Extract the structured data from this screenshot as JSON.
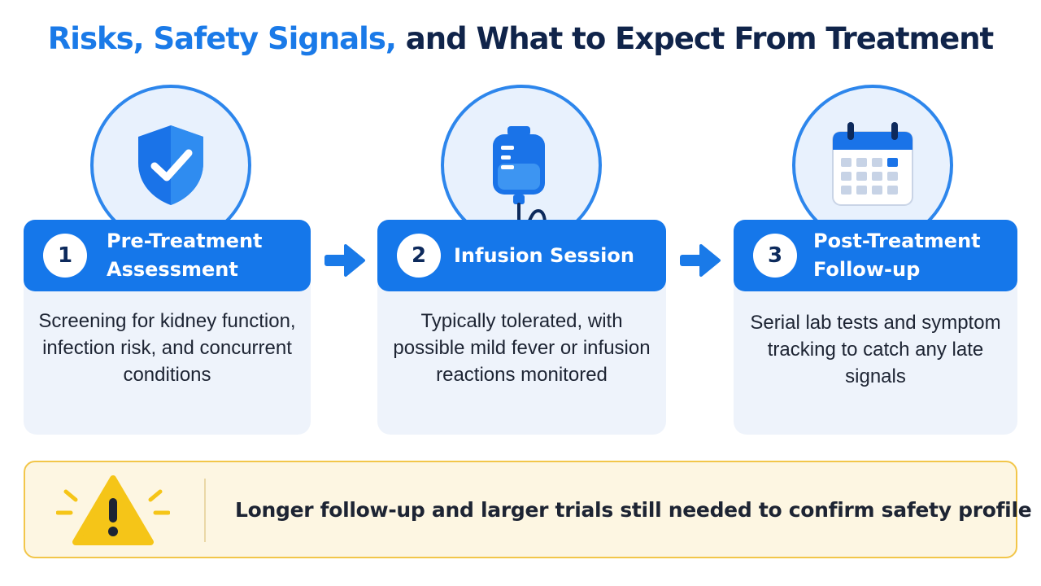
{
  "title": {
    "accent": "Risks, Safety Signals,",
    "rest": " and What to Expect From Treatment"
  },
  "steps": [
    {
      "number": "1",
      "title": "Pre-Treatment\nAssessment",
      "description": "Screening for kidney function, infection risk, and concurrent conditions",
      "icon": "shield-check-icon"
    },
    {
      "number": "2",
      "title": "Infusion Session",
      "description": "Typically tolerated, with possible mild fever or infusion reactions monitored",
      "icon": "iv-bag-icon"
    },
    {
      "number": "3",
      "title": "Post-Treatment\nFollow-up",
      "description": "Serial lab tests and symptom tracking to catch any late signals",
      "icon": "calendar-icon"
    }
  ],
  "notice": {
    "text": "Longer follow-up and larger trials still needed to confirm safety profile",
    "icon": "warning-icon"
  },
  "colors": {
    "primary": "#1577ea",
    "title_dark": "#10244a",
    "card_bg": "#eef3fb",
    "notice_bg": "#fdf6e2",
    "notice_border": "#f2c64a",
    "warning": "#f5c518"
  }
}
